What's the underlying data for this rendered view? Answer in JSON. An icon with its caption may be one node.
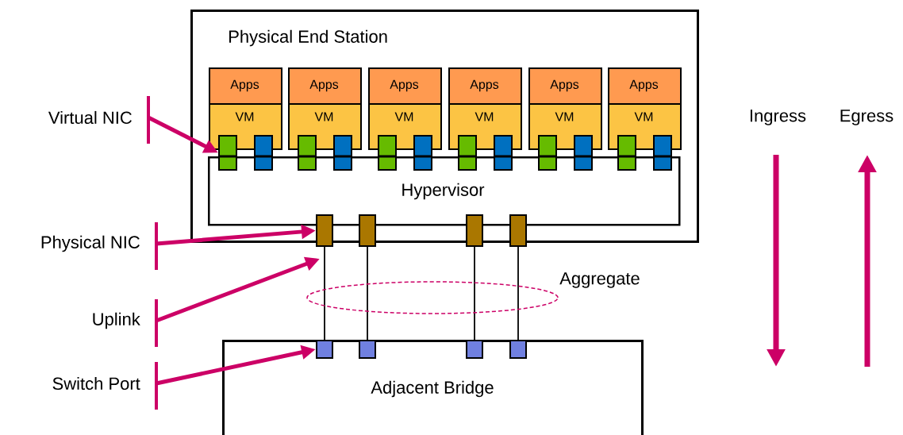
{
  "diagram": {
    "nodes": [
      {
        "text": [
          "Physical End Station"
        ]
      },
      {
        "text": [
          "Apps"
        ],
        "in": 0
      },
      {
        "text": [
          "Apps"
        ],
        "in": 0
      },
      {
        "text": [
          "Apps"
        ],
        "in": 0
      },
      {
        "text": [
          "Apps"
        ],
        "in": 0
      },
      {
        "text": [
          "Apps"
        ],
        "in": 0
      },
      {
        "text": [
          "Apps"
        ],
        "in": 0
      },
      {
        "text": [
          "VM"
        ],
        "in": 0
      },
      {
        "text": [
          "VM"
        ],
        "in": 0
      },
      {
        "text": [
          "VM"
        ],
        "in": 0
      },
      {
        "text": [
          "VM"
        ],
        "in": 0
      },
      {
        "text": [
          "VM"
        ],
        "in": 0
      },
      {
        "text": [
          "VM"
        ],
        "in": 0
      },
      {
        "text": [
          "Hypervisor"
        ],
        "in": 0
      },
      {
        "text": [],
        "shape": "box",
        "in": 0
      },
      {
        "text": [],
        "shape": "box",
        "in": 0
      },
      {
        "text": [],
        "shape": "box",
        "in": 0
      },
      {
        "text": [],
        "shape": "box",
        "in": 0
      },
      {
        "text": [],
        "shape": "box",
        "in": 0
      },
      {
        "text": [],
        "shape": "box",
        "in": 0
      },
      {
        "text": [],
        "shape": "box",
        "in": 0
      },
      {
        "text": [],
        "shape": "box",
        "in": 0
      },
      {
        "text": [],
        "shape": "box",
        "in": 0
      },
      {
        "text": [],
        "shape": "box",
        "in": 0
      },
      {
        "text": [],
        "shape": "box",
        "in": 0
      },
      {
        "text": [],
        "shape": "box",
        "in": 0
      },
      {
        "text": [],
        "shape": "box"
      },
      {
        "text": [],
        "shape": "box"
      },
      {
        "text": [],
        "shape": "box"
      },
      {
        "text": [],
        "shape": "box"
      },
      {
        "text": [
          "Adjacent Bridge"
        ]
      },
      {
        "text": [],
        "shape": "box",
        "in": 30
      },
      {
        "text": [],
        "shape": "box",
        "in": 30
      },
      {
        "text": [],
        "shape": "box",
        "in": 30
      },
      {
        "text": [],
        "shape": "box",
        "in": 30
      },
      {
        "text": [
          "Virtual NIC"
        ]
      },
      {
        "text": [
          "Physical NIC"
        ]
      },
      {
        "text": [
          "Uplink"
        ]
      },
      {
        "text": [
          "Switch Port"
        ]
      }
    ],
    "edges": [
      {
        "from": 26,
        "to": 31,
        "arrow": "none"
      },
      {
        "from": 27,
        "to": 32,
        "arrow": "none"
      },
      {
        "from": 28,
        "to": 33,
        "arrow": "none"
      },
      {
        "from": 29,
        "to": 34,
        "arrow": "none"
      },
      {
        "from": 35,
        "to": 14,
        "arrow": "to",
        "style": "thick",
        "color": "#cc0066"
      },
      {
        "from": 36,
        "to": 26,
        "arrow": "to",
        "style": "thick",
        "color": "#cc0066"
      },
      {
        "from": 37,
        "to": null,
        "arrow": "to",
        "style": "thick",
        "color": "#cc0066"
      },
      {
        "from": 38,
        "to": 31,
        "arrow": "to",
        "style": "thick",
        "color": "#cc0066"
      }
    ],
    "labels": [
      "Aggregate",
      "Ingress",
      "Egress"
    ]
  }
}
